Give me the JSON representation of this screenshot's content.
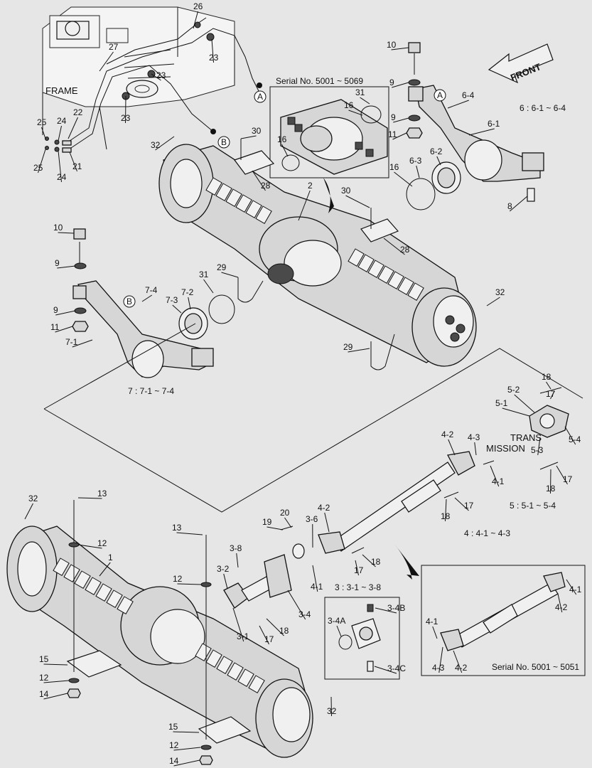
{
  "diagram": {
    "front_label": "FRONT",
    "frame_label": "FRAME",
    "trans_label_1": "TRANS",
    "trans_label_2": "MISSION",
    "serial_front": "Serial No. 5001 ~ 5069",
    "serial_shaft": "Serial No. 5001 ~ 5051",
    "groups": {
      "g6": "6  : 6-1 ~ 6-4",
      "g7": "7 : 7-1 ~ 7-4",
      "g5": "5  : 5-1 ~ 5-4",
      "g4": "4  : 4-1 ~ 4-3",
      "g3": "3  : 3-1 ~ 3-8"
    },
    "callout_A": "A",
    "callout_B": "B"
  },
  "callouts": [
    {
      "id": "c1",
      "text": "26"
    },
    {
      "id": "c2",
      "text": "27"
    },
    {
      "id": "c3",
      "text": "23"
    },
    {
      "id": "c4",
      "text": "23"
    },
    {
      "id": "c5",
      "text": "23"
    },
    {
      "id": "c6",
      "text": "22"
    },
    {
      "id": "c7",
      "text": "24"
    },
    {
      "id": "c8",
      "text": "25"
    },
    {
      "id": "c9",
      "text": "25"
    },
    {
      "id": "c10",
      "text": "24"
    },
    {
      "id": "c11",
      "text": "21"
    },
    {
      "id": "c12",
      "text": "32"
    },
    {
      "id": "c13",
      "text": "30"
    },
    {
      "id": "c14",
      "text": "28"
    },
    {
      "id": "c15",
      "text": "2"
    },
    {
      "id": "c16",
      "text": "30"
    },
    {
      "id": "c17",
      "text": "28"
    },
    {
      "id": "c18",
      "text": "10"
    },
    {
      "id": "c19",
      "text": "9"
    },
    {
      "id": "c20",
      "text": "9"
    },
    {
      "id": "c21",
      "text": "11"
    },
    {
      "id": "c22",
      "text": "7-4"
    },
    {
      "id": "c23",
      "text": "7-2"
    },
    {
      "id": "c24",
      "text": "7-3"
    },
    {
      "id": "c25",
      "text": "7-1"
    },
    {
      "id": "c26",
      "text": "31"
    },
    {
      "id": "c27",
      "text": "29"
    },
    {
      "id": "c28",
      "text": "29"
    },
    {
      "id": "c29",
      "text": "32"
    },
    {
      "id": "c30",
      "text": "10"
    },
    {
      "id": "c31",
      "text": "9"
    },
    {
      "id": "c32",
      "text": "9"
    },
    {
      "id": "c33",
      "text": "11"
    },
    {
      "id": "c34",
      "text": "6-4"
    },
    {
      "id": "c35",
      "text": "6-1"
    },
    {
      "id": "c36",
      "text": "6-2"
    },
    {
      "id": "c37",
      "text": "6-3"
    },
    {
      "id": "c38",
      "text": "16"
    },
    {
      "id": "c39",
      "text": "8"
    },
    {
      "id": "c40",
      "text": "31"
    },
    {
      "id": "c41",
      "text": "16"
    },
    {
      "id": "c42",
      "text": "16"
    },
    {
      "id": "c43",
      "text": "18"
    },
    {
      "id": "c44",
      "text": "17"
    },
    {
      "id": "c45",
      "text": "5-2"
    },
    {
      "id": "c46",
      "text": "5-1"
    },
    {
      "id": "c47",
      "text": "5-3"
    },
    {
      "id": "c48",
      "text": "5-4"
    },
    {
      "id": "c49",
      "text": "18"
    },
    {
      "id": "c50",
      "text": "17"
    },
    {
      "id": "c51",
      "text": "4-2"
    },
    {
      "id": "c52",
      "text": "4-3"
    },
    {
      "id": "c53",
      "text": "4-1"
    },
    {
      "id": "c54",
      "text": "18"
    },
    {
      "id": "c55",
      "text": "17"
    },
    {
      "id": "c56",
      "text": "32"
    },
    {
      "id": "c57",
      "text": "13"
    },
    {
      "id": "c58",
      "text": "12"
    },
    {
      "id": "c59",
      "text": "1"
    },
    {
      "id": "c60",
      "text": "13"
    },
    {
      "id": "c61",
      "text": "12"
    },
    {
      "id": "c62",
      "text": "19"
    },
    {
      "id": "c63",
      "text": "20"
    },
    {
      "id": "c64",
      "text": "3-6"
    },
    {
      "id": "c65",
      "text": "4-2"
    },
    {
      "id": "c66",
      "text": "3-8"
    },
    {
      "id": "c67",
      "text": "3-2"
    },
    {
      "id": "c68",
      "text": "3-1"
    },
    {
      "id": "c69",
      "text": "18"
    },
    {
      "id": "c70",
      "text": "17"
    },
    {
      "id": "c71",
      "text": "3-4"
    },
    {
      "id": "c72",
      "text": "4-1"
    },
    {
      "id": "c73",
      "text": "17"
    },
    {
      "id": "c74",
      "text": "18"
    },
    {
      "id": "c75",
      "text": "3-4B"
    },
    {
      "id": "c76",
      "text": "3-4A"
    },
    {
      "id": "c77",
      "text": "3-4C"
    },
    {
      "id": "c78",
      "text": "15"
    },
    {
      "id": "c79",
      "text": "12"
    },
    {
      "id": "c80",
      "text": "14"
    },
    {
      "id": "c81",
      "text": "15"
    },
    {
      "id": "c82",
      "text": "12"
    },
    {
      "id": "c83",
      "text": "14"
    },
    {
      "id": "c84",
      "text": "32"
    },
    {
      "id": "c85",
      "text": "4-1"
    },
    {
      "id": "c86",
      "text": "4-2"
    },
    {
      "id": "c87",
      "text": "4-1"
    },
    {
      "id": "c88",
      "text": "4-3"
    },
    {
      "id": "c89",
      "text": "4-2"
    }
  ]
}
